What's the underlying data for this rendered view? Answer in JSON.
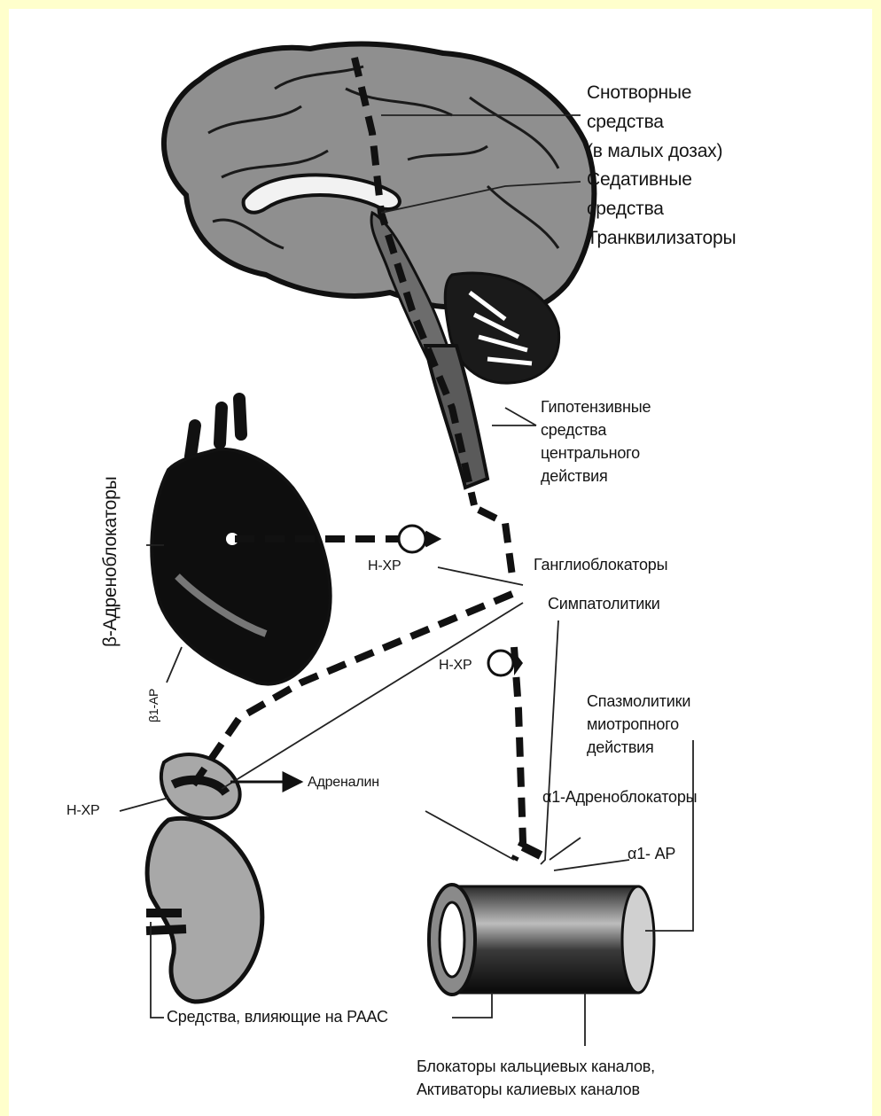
{
  "labels": {
    "hypnotics": "Снотворные\nсредства\n(в малых дозах)",
    "sedatives": "Седативные\nсредства\nТранквилизаторы",
    "antihypertensives": "Гипотензивные\nсредства\nцентрального\nдействия",
    "beta_blockers": "β-Адреноблокаторы",
    "beta1_receptor": "β1-АР",
    "n_xr_heart": "Н-ХР",
    "n_xr_vessel": "Н-ХР",
    "n_xr_adrenal": "Н-ХР",
    "ganglioblockers": "Ганглиоблокаторы",
    "sympatholytics": "Симпатолитики",
    "spasmolytics": "Спазмолитики\nмиотропного\nдействия",
    "adrenaline": "Адреналин",
    "alpha1_blockers": "α1-Адреноблокаторы",
    "alpha1_receptor": "α1- АР",
    "raas": "Средства, влияющие на РААС",
    "channel_blockers": "Блокаторы кальциевых каналов,\nАктиваторы калиевых каналов"
  }
}
